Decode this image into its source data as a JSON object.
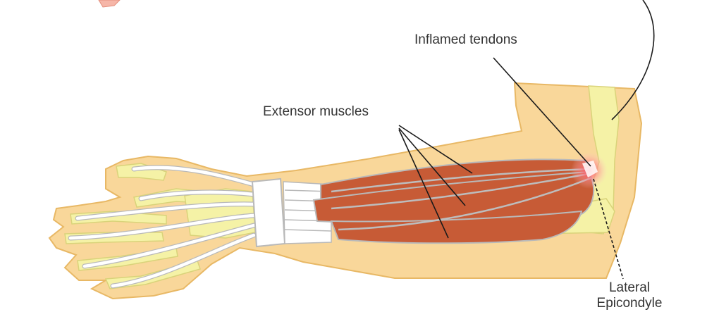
{
  "labels": {
    "inflamed_tendons": "Inflamed tendons",
    "extensor_muscles": "Extensor muscles",
    "lateral_line1": "Lateral",
    "lateral_line2": "Epicondyle"
  },
  "colors": {
    "skin_fill": "#f9d79a",
    "skin_outline": "#e8b865",
    "bone_fill": "#f5f2a6",
    "tendon": "#ffffff",
    "tendon_outline": "#b9b9b9",
    "muscle": "#c75b36",
    "inflammation": "#ff4f5e",
    "text": "#333333",
    "leader_line": "#1a1a1a"
  }
}
